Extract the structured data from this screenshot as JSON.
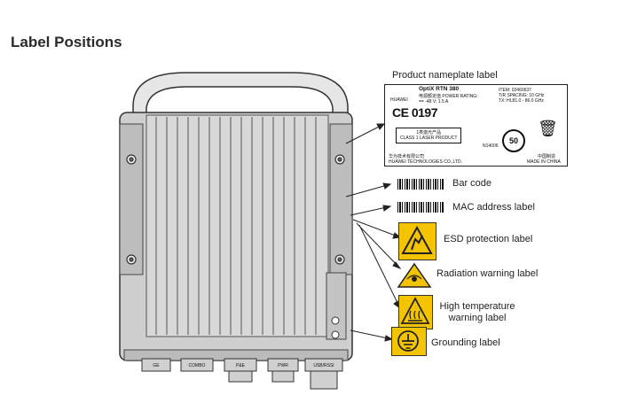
{
  "page": {
    "title": "Label Positions"
  },
  "labels": {
    "nameplate": "Product nameplate label",
    "barcode": "Bar code",
    "mac": "MAC address label",
    "esd": "ESD protection label",
    "radiation": "Radiation warning label",
    "high_temp": "High temperature warning label",
    "grounding": "Grounding label"
  },
  "nameplate": {
    "brand": "HUAWEI",
    "model": "OptiX RTN 380",
    "power_rating_label": "电源额定值 POWER RATING:",
    "power_rating_value": "== -48 V; 1.5 A",
    "item": "ITEM: 02460637",
    "tr_spacing": "T/R SPACING: 10 GHz",
    "tx": "TX:  HL81.0 - 86.0 GHz",
    "ce_mark": "CE 0197",
    "laser_cn": "1类激光产品",
    "laser_en": "CLASS 1 LASER PRODUCT",
    "n_code": "N14006",
    "rohs_years": "50",
    "company_cn": "华为技术有限公司",
    "company_en": "HUAWEI TECHNOLOGIES CO.,LTD.",
    "made_cn": "中国制造",
    "made_en": "MADE IN CHINA"
  },
  "ports": [
    "GE",
    "COMBO",
    "P&E",
    "PWR",
    "USB/RSSI"
  ]
}
